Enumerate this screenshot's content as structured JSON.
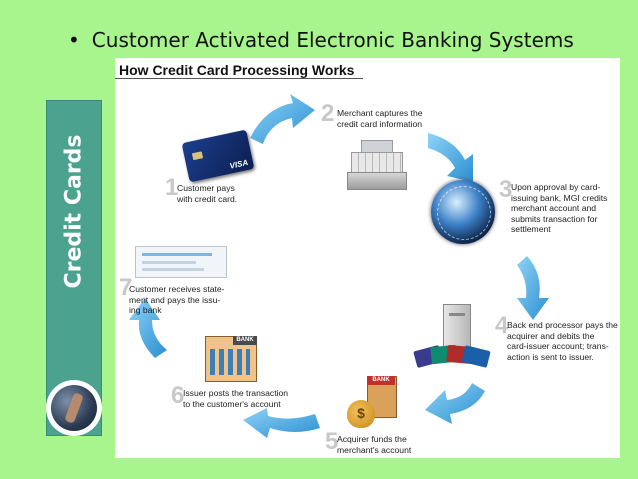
{
  "slide": {
    "bullet": "Customer Activated Electronic Banking Systems",
    "side_title": "Credit Cards"
  },
  "diagram": {
    "title": "How Credit Card Processing Works",
    "steps": [
      {
        "num": "1",
        "text": "Customer pays\nwith credit card."
      },
      {
        "num": "2",
        "text": "Merchant captures the\ncredit card information"
      },
      {
        "num": "3",
        "text": "Upon approval by card-\nissuing bank, MGI credits\nmerchant account  and\nsubmits transaction  for\nsettlement"
      },
      {
        "num": "4",
        "text": "Back end processor pays the\nacquirer and debits the\ncard-issuer account;  trans-\naction is sent to issuer."
      },
      {
        "num": "5",
        "text": "Acquirer funds the\nmerchant's account"
      },
      {
        "num": "6",
        "text": "Issuer posts the transaction\nto the customer's account"
      },
      {
        "num": "7",
        "text": "Customer receives state-\nment and pays the issu-\ning bank"
      }
    ],
    "card_text": "VISA",
    "bank_sign": "BANK",
    "bank_sign_2": "BANK",
    "money_bag_symbol": "$"
  },
  "colors": {
    "background": "#a7f58c",
    "sidebar": "#4aa28f",
    "arrow": "#3aa0dc"
  },
  "icons": [
    "credit-card-icon",
    "cash-register-icon",
    "globe-icon",
    "server-icon",
    "money-bag-icon",
    "bank-building-icon",
    "statement-icon"
  ]
}
